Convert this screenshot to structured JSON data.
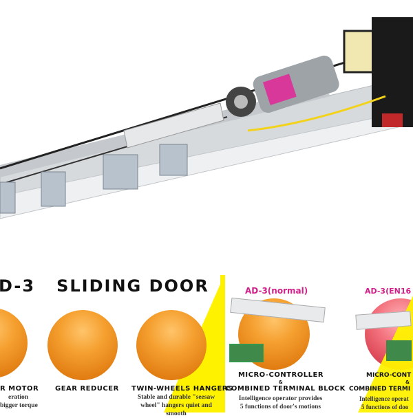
{
  "title": "D-3   SLIDING DOOR",
  "features": [
    {
      "label": "R MOTOR",
      "desc": [
        "eration",
        "bigger torque"
      ]
    },
    {
      "label": "GEAR REDUCER",
      "desc": []
    },
    {
      "label": "TWIN-WHEELS HANGERS",
      "desc": [
        "Stable and durable \"seesaw",
        "wheel\" hangers quiet and",
        "smooth"
      ]
    }
  ],
  "controllers": [
    {
      "model": "AD-3(normal)",
      "label1": "MICRO-CONTROLLER",
      "amp": "&",
      "label2": "COMBINED  TERMINAL  BLOCK",
      "desc": [
        "Intelligence operator provides",
        "5 functions of  door's motions"
      ],
      "color": "#f5a030"
    },
    {
      "model": "AD-3(EN16",
      "label1": "MICRO-CONT",
      "amp": "&",
      "label2": "COMBINED  TERMI",
      "desc": [
        "Intelligence operat",
        "5 functions of  doo"
      ],
      "color": "#f2707c"
    }
  ],
  "colors": {
    "accent_yellow": "#fff200",
    "model_text": "#d0208a",
    "ball_orange": "#f5a030",
    "ball_pink": "#f2707c"
  }
}
